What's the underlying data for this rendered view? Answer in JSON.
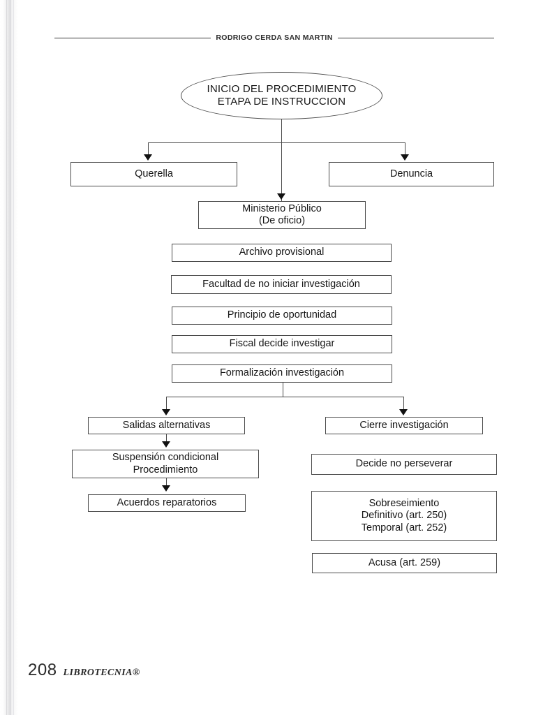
{
  "page": {
    "header_text": "RODRIGO CERDA SAN MARTIN",
    "page_number": "208",
    "imprint": "LIBROTECNIA®"
  },
  "diagram": {
    "start": {
      "label": "INICIO DEL PROCEDIMIENTO\nETAPA DE INSTRUCCION"
    },
    "sources": [
      {
        "label": "Querella"
      },
      {
        "label": "Ministerio Público\n(De oficio)"
      },
      {
        "label": "Denuncia"
      }
    ],
    "stack": [
      {
        "label": "Archivo provisional"
      },
      {
        "label": "Facultad de no iniciar investigación"
      },
      {
        "label": "Principio de oportunidad"
      },
      {
        "label": "Fiscal decide investigar"
      },
      {
        "label": "Formalización investigación"
      }
    ],
    "left_branch": [
      {
        "label": "Salidas alternativas"
      },
      {
        "label": "Suspensión condicional\nProcedimiento"
      },
      {
        "label": "Acuerdos reparatorios"
      }
    ],
    "right_branch": [
      {
        "label": "Cierre investigación"
      },
      {
        "label": "Decide no perseverar"
      },
      {
        "label": "Sobreseimiento\nDefinitivo (art. 250)\nTemporal (art. 252)"
      },
      {
        "label": "Acusa (art. 259)"
      }
    ]
  }
}
